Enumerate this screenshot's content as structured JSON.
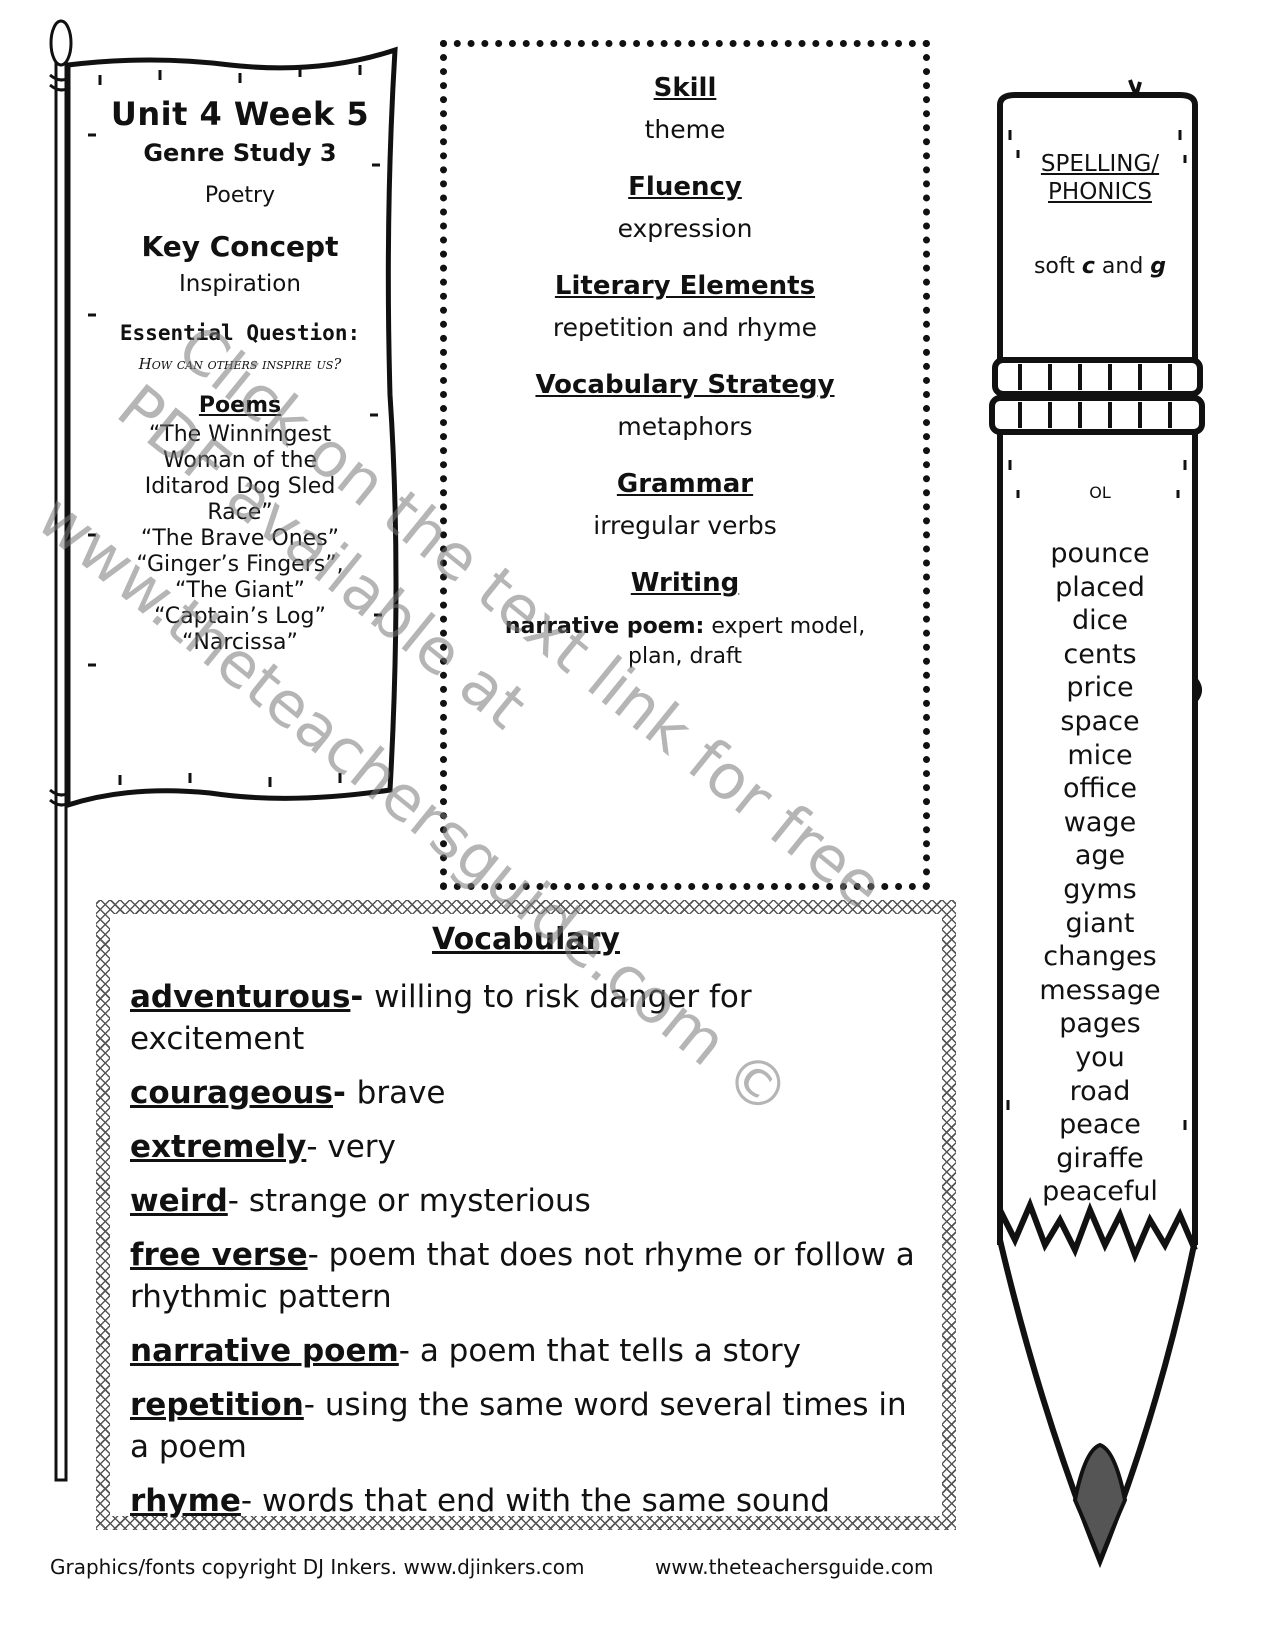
{
  "flag": {
    "title": "Unit 4 Week 5",
    "genre": "Genre Study 3",
    "genre_type": "Poetry",
    "key_concept_label": "Key Concept",
    "key_concept": "Inspiration",
    "essential_question_label": "Essential Question:",
    "essential_question": "How can others inspire us?",
    "poems_label": "Poems",
    "poems": [
      "“The Winningest",
      "Woman of the",
      "Iditarod Dog Sled",
      "Race”",
      "“The Brave Ones”",
      "“Ginger’s Fingers”,",
      "“The Giant”",
      "“Captain’s Log”",
      "“Narcissa”"
    ]
  },
  "center": {
    "sections": [
      {
        "heading": "Skill",
        "value": "theme"
      },
      {
        "heading": "Fluency",
        "value": "expression"
      },
      {
        "heading": "Literary Elements",
        "value": "repetition and rhyme"
      },
      {
        "heading": "Vocabulary Strategy",
        "value": "metaphors"
      },
      {
        "heading": "Grammar",
        "value": "irregular verbs"
      }
    ],
    "writing_heading": "Writing",
    "writing_bold": "narrative poem:",
    "writing_text": "expert model, plan, draft"
  },
  "vocabulary": {
    "title": "Vocabulary",
    "items": [
      {
        "word": "adventurous",
        "sep": "- ",
        "def": "willing to risk danger for excitement"
      },
      {
        "word": "courageous",
        "sep": "- ",
        "def": "brave"
      },
      {
        "word": "extremely",
        "sep": "- ",
        "def": "very"
      },
      {
        "word": "weird",
        "sep": "- ",
        "def": "strange or mysterious"
      },
      {
        "word": "free verse",
        "sep": "- ",
        "def": "poem that does not rhyme or follow a rhythmic pattern"
      },
      {
        "word": "narrative poem",
        "sep": "- ",
        "def": "a poem that tells a story"
      },
      {
        "word": "repetition",
        "sep": "- ",
        "def": "using the same word several times in a poem"
      },
      {
        "word": "rhyme",
        "sep": "- ",
        "def": "words that end with the same sound"
      }
    ]
  },
  "pencil": {
    "spelling_line1": "SPELLING/",
    "spelling_line2": "PHONICS",
    "soft_text": "soft",
    "letter_c": "c",
    "and_text": "and",
    "letter_g": "g",
    "level": "OL",
    "words": [
      "pounce",
      "placed",
      "dice",
      "cents",
      "price",
      "space",
      "mice",
      "office",
      "wage",
      "age",
      "gyms",
      "giant",
      "changes",
      "message",
      "pages",
      "you",
      "road",
      "peace",
      "giraffe",
      "peaceful"
    ]
  },
  "watermark": {
    "line1": "Click on the text link for free",
    "line2": "PDF available at",
    "line3": "www.theteachersguide.com ©"
  },
  "footer": {
    "left": "Graphics/fonts copyright DJ Inkers. www.djinkers.com",
    "right": "www.theteachersguide.com"
  }
}
